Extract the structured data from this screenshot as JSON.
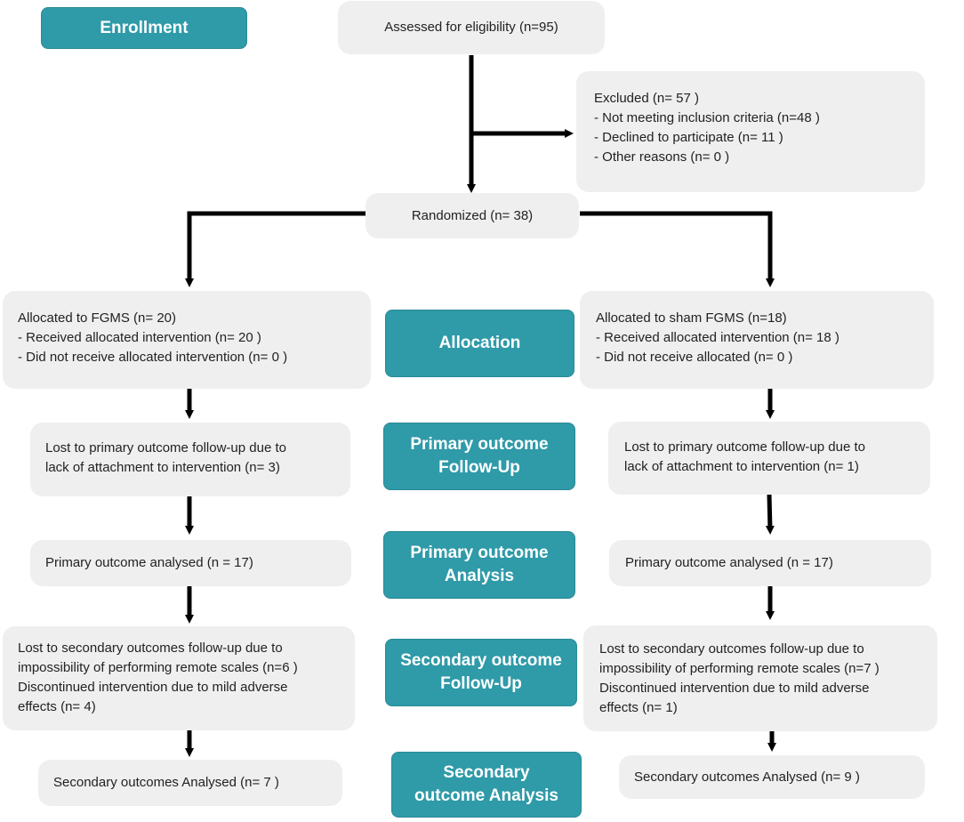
{
  "stages": {
    "enrollment": "Enrollment",
    "allocation": "Allocation",
    "primary_followup": [
      "Primary outcome",
      "Follow-Up"
    ],
    "primary_analysis": [
      "Primary outcome",
      "Analysis"
    ],
    "secondary_followup": [
      "Secondary  outcome",
      "Follow-Up"
    ],
    "secondary_analysis": [
      "Secondary",
      "outcome Analysis"
    ]
  },
  "assessed": "Assessed for eligibility (n=95)",
  "excluded": {
    "title": "Excluded  (n= 57   )",
    "items": [
      "-  Not meeting  inclusion criteria (n=48 )",
      "-  Declined to participate (n= 11 )",
      "- Other reasons (n= 0 )"
    ]
  },
  "randomized": "Randomized (n= 38)",
  "left": {
    "allocation": [
      "Allocated to FGMS  (n= 20)",
      "- Received allocated intervention (n= 20 )",
      "- Did not receive allocated intervention (n= 0  )"
    ],
    "primary_followup": [
      "Lost to primary outcome follow-up due to",
      "lack of attachment to intervention (n= 3)"
    ],
    "primary_analysis": "Primary outcome analysed (n = 17)",
    "secondary_followup": [
      "Lost to secondary outcomes follow-up due to",
      "impossibility of performing remote  scales (n=6 )",
      "Discontinued intervention due to mild adverse",
      "effects  (n= 4)"
    ],
    "secondary_analysis": "Secondary outcomes Analysed (n= 7  )"
  },
  "right": {
    "allocation": [
      "Allocated to sham FGMS  (n=18)",
      "- Received allocated intervention (n= 18 )",
      "- Did not receive allocated (n= 0  )"
    ],
    "primary_followup": [
      "Lost to primary outcome follow-up due to",
      "lack of attachment to intervention (n= 1)"
    ],
    "primary_analysis": "Primary outcome analysed (n = 17)",
    "secondary_followup": [
      "Lost to secondary outcomes follow-up due to",
      "impossibility of performing remote  scales (n=7 )",
      "Discontinued intervention due to mild adverse",
      "effects  (n= 1)"
    ],
    "secondary_analysis": "Secondary outcomes  Analysed (n= 9  )"
  },
  "colors": {
    "stage_fill": "#2f9aa8",
    "box_fill": "#efefef",
    "arrow": "#000000"
  }
}
